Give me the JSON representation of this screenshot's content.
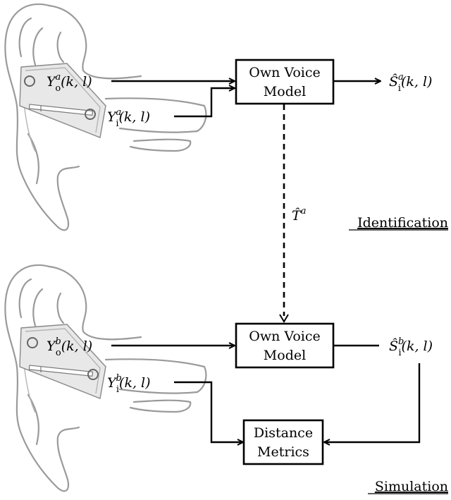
{
  "identification": {
    "section_label": "Identification",
    "input_outer": {
      "base": "Y",
      "sub": "o",
      "sup": "a",
      "args": "(k, l)"
    },
    "input_inner": {
      "base": "Y",
      "sub": "i",
      "sup": "a",
      "args": "(k, l)"
    },
    "model_box": {
      "line1": "Own Voice",
      "line2": "Model"
    },
    "output": {
      "base": "Ŝ",
      "sub": "i",
      "sup": "a",
      "args": "(k, l)"
    }
  },
  "transfer": {
    "base": "T̂",
    "sup": "a"
  },
  "simulation": {
    "section_label": "Simulation",
    "input_outer": {
      "base": "Y",
      "sub": "o",
      "sup": "b",
      "args": "(k, l)"
    },
    "input_inner": {
      "base": "Y",
      "sub": "i",
      "sup": "b",
      "args": "(k, l)"
    },
    "model_box": {
      "line1": "Own Voice",
      "line2": "Model"
    },
    "output": {
      "base": "Ŝ",
      "sub": "i",
      "sup": "b",
      "args": "(k, l)"
    },
    "metrics_box": {
      "line1": "Distance",
      "line2": "Metrics"
    }
  }
}
